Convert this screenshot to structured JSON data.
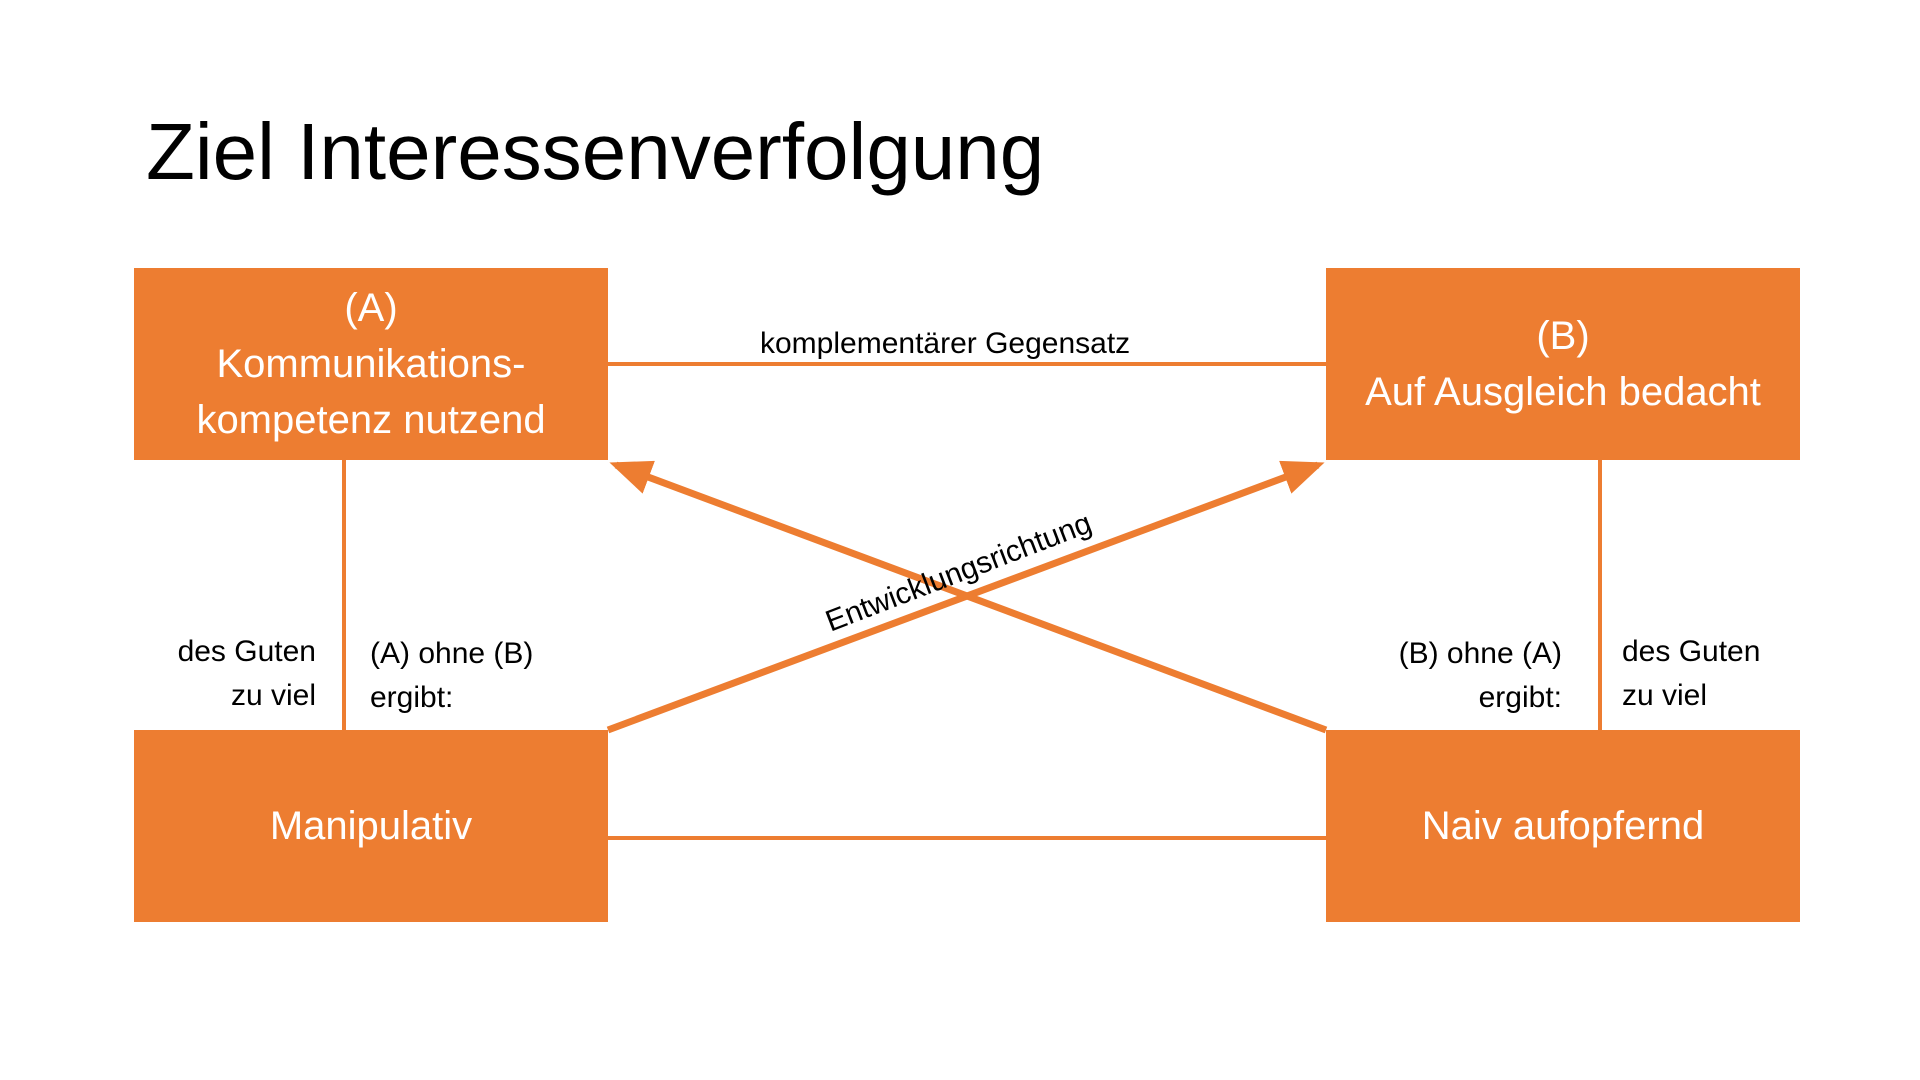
{
  "title": "Ziel Interessenverfolgung",
  "boxes": {
    "a": {
      "line1": "(A)",
      "line2": "Kommunikations-",
      "line3": "kompetenz nutzend"
    },
    "b": {
      "line1": "(B)",
      "line2": "Auf Ausgleich bedacht"
    },
    "c": {
      "label": "Manipulativ"
    },
    "d": {
      "label": "Naiv aufopfernd"
    }
  },
  "labels": {
    "complementary": "komplementärer Gegensatz",
    "guten_left": {
      "line1": "des Guten",
      "line2": "zu viel"
    },
    "a_ohne_b": {
      "line1": "(A) ohne (B)",
      "line2": "ergibt:"
    },
    "b_ohne_a": {
      "line1": "(B) ohne (A)",
      "line2": "ergibt:"
    },
    "guten_right": {
      "line1": "des Guten",
      "line2": "zu viel"
    },
    "direction": "Entwicklungsrichtung"
  },
  "colors": {
    "accent": "#ED7D31",
    "box_text": "#FFFFFF",
    "text": "#000000"
  }
}
